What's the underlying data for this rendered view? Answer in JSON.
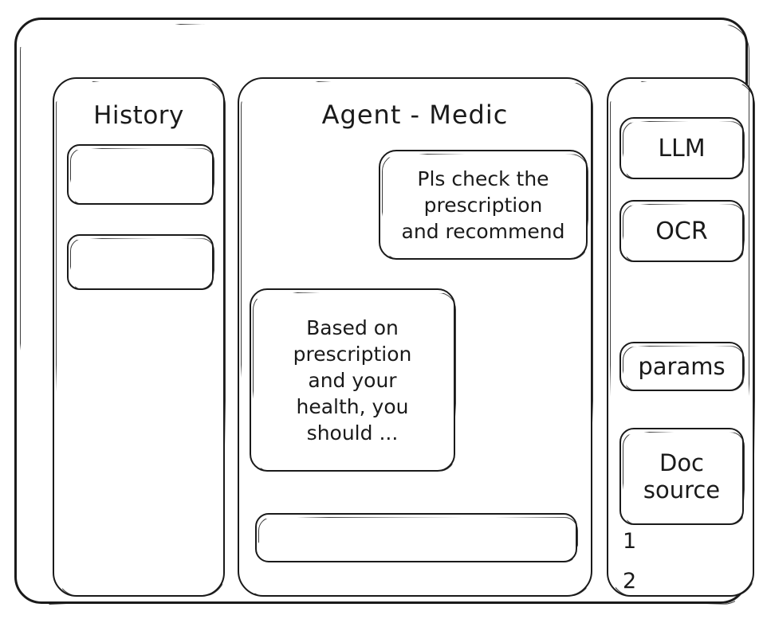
{
  "app": {
    "title": "Agent - Medic"
  },
  "sidebar_history": {
    "title": "History",
    "items": [
      {
        "label": ""
      },
      {
        "label": ""
      }
    ]
  },
  "main": {
    "header": "Agent - Medic",
    "messages": [
      {
        "role": "user",
        "text": "Pls check the\nprescription\nand recommend"
      },
      {
        "role": "agent",
        "text": "Based on\nprescription\nand your\nhealth, you\nshould ..."
      }
    ],
    "composer": {
      "value": "",
      "placeholder": ""
    }
  },
  "tools_panel": {
    "buttons": [
      {
        "label": "LLM"
      },
      {
        "label": "OCR"
      },
      {
        "label": "params"
      }
    ],
    "doc_source": {
      "line1": "Doc",
      "line2": "source"
    },
    "sources": [
      {
        "label": "1"
      },
      {
        "label": "2"
      }
    ]
  },
  "colors": {
    "ink": "#1a1a1a",
    "paper": "#ffffff"
  }
}
